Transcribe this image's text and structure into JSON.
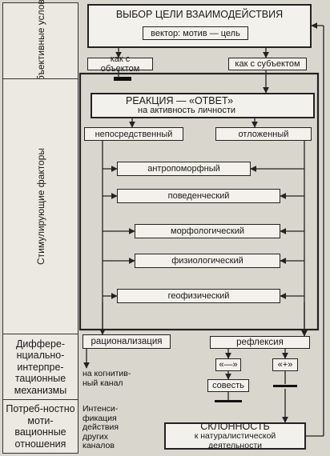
{
  "side_labels": {
    "subjective": "Субъективные условия",
    "stimulating": "Стимулирующие факторы",
    "differential": "Диффере-нциально-интерпре-тационные механизмы",
    "need": "Потреб-ностно моти-вационные отношения"
  },
  "goal": {
    "title": "ВЫБОР ЦЕЛИ ВЗАИМОДЕЙСТВИЯ",
    "vector": "вектор: мотив — цель"
  },
  "branches": {
    "object": "как с объектом",
    "subject": "как с субъектом"
  },
  "reaction": {
    "title": "РЕАКЦИЯ — «ОТВЕТ»",
    "subtitle": "на активность личности"
  },
  "types": {
    "direct": "непосредственный",
    "delayed": "отложенный"
  },
  "factors": [
    "антропоморфный",
    "поведенческий",
    "морфологический",
    "физиологический",
    "геофизический"
  ],
  "mechanisms": {
    "rationalization": "рационализация",
    "reflection": "рефлексия",
    "minus": "«—»",
    "plus": "«+»",
    "conscience": "совесть"
  },
  "notes": {
    "cognitive": "на когнитив-ный канал",
    "intensification": "Интенси-фикация действия других каналов"
  },
  "inclination": {
    "title": "СКЛОННОСТЬ",
    "subtitle": "к натуралистической деятельности"
  }
}
